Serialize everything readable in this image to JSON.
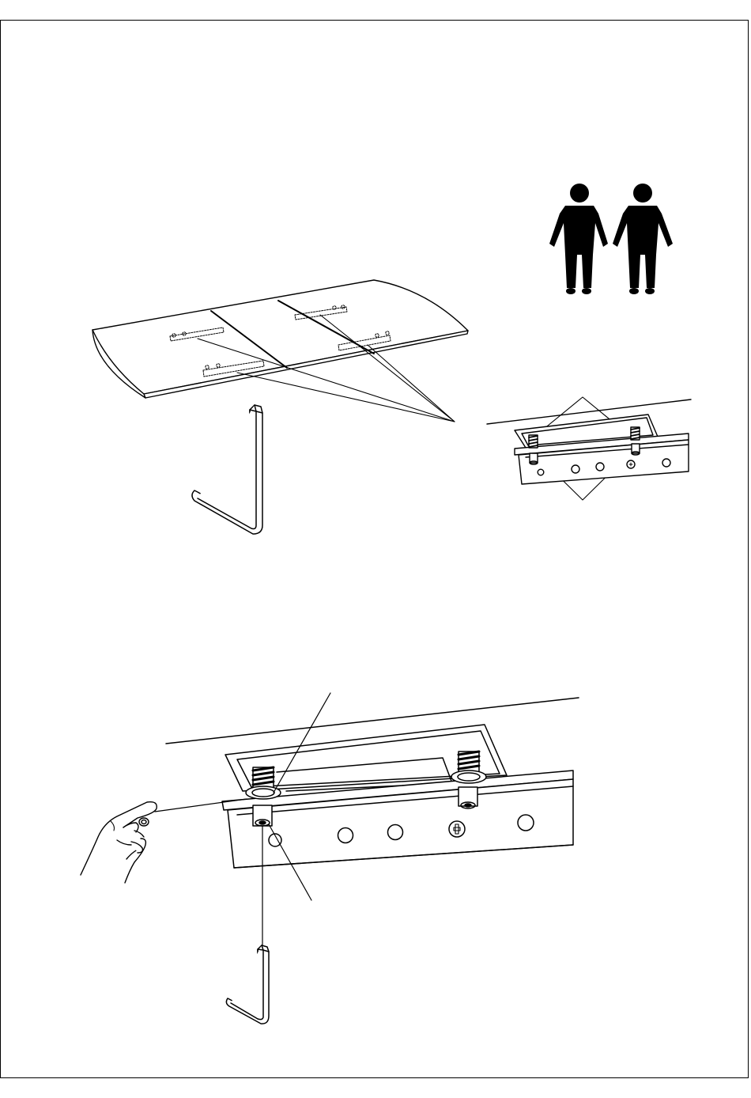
{
  "page": {
    "kind": "assembly instruction sheet",
    "text_content": []
  },
  "figures": {
    "two_person": {
      "icon": "two-person-lift-icon",
      "persons": 2,
      "color": "#000000"
    },
    "table_top": {
      "icon": "extension-tabletop-drawing",
      "brackets": 4
    },
    "allen_key_small": {
      "icon": "allen-key-icon"
    },
    "bracket_detail": {
      "icon": "bracket-detail-icon",
      "screws": 2
    },
    "bracket_closeup": {
      "icon": "bracket-closeup-icon",
      "screws": 2,
      "holes": 5
    },
    "hand": {
      "icon": "hand-pinch-icon"
    },
    "allen_key_large": {
      "icon": "allen-key-icon"
    }
  },
  "colors": {
    "ink": "#000000",
    "paper": "#ffffff"
  }
}
